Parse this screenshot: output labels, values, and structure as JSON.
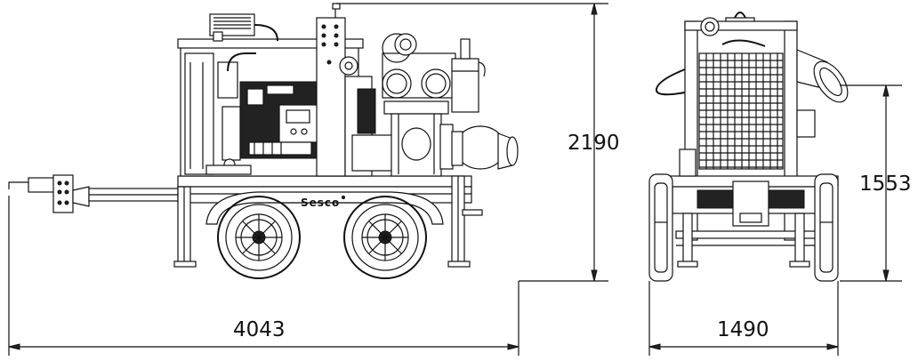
{
  "brand": {
    "name": "Sesco"
  },
  "dimensions": {
    "length": "4043",
    "height": "2190",
    "width": "1490",
    "axle_height": "1553"
  },
  "colors": {
    "line": "#111111",
    "background": "#ffffff"
  }
}
